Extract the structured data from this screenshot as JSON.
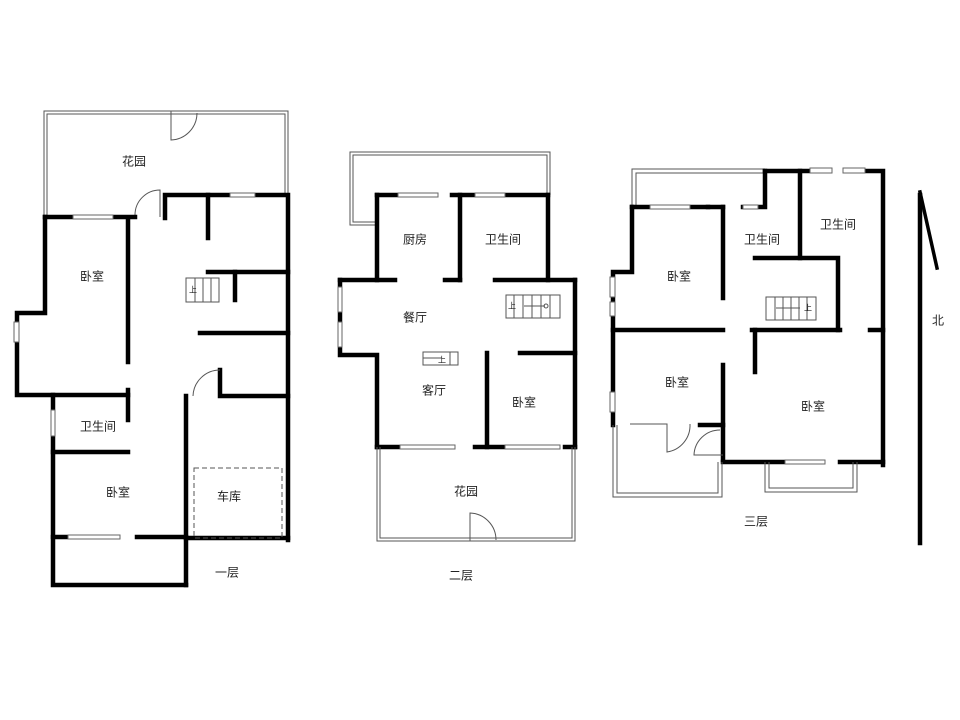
{
  "floors": [
    {
      "name": "一层",
      "rooms": [
        "花园",
        "卧室",
        "卫生间",
        "卧室",
        "车库"
      ],
      "stair_mark": "上"
    },
    {
      "name": "二层",
      "rooms": [
        "厨房",
        "卫生间",
        "餐厅",
        "客厅",
        "卧室",
        "花园"
      ],
      "stair_mark": "上"
    },
    {
      "name": "三层",
      "rooms": [
        "卧室",
        "卫生间",
        "卫生间",
        "卧室",
        "卧室"
      ],
      "stair_mark": "上"
    }
  ],
  "compass": {
    "label": "北"
  }
}
